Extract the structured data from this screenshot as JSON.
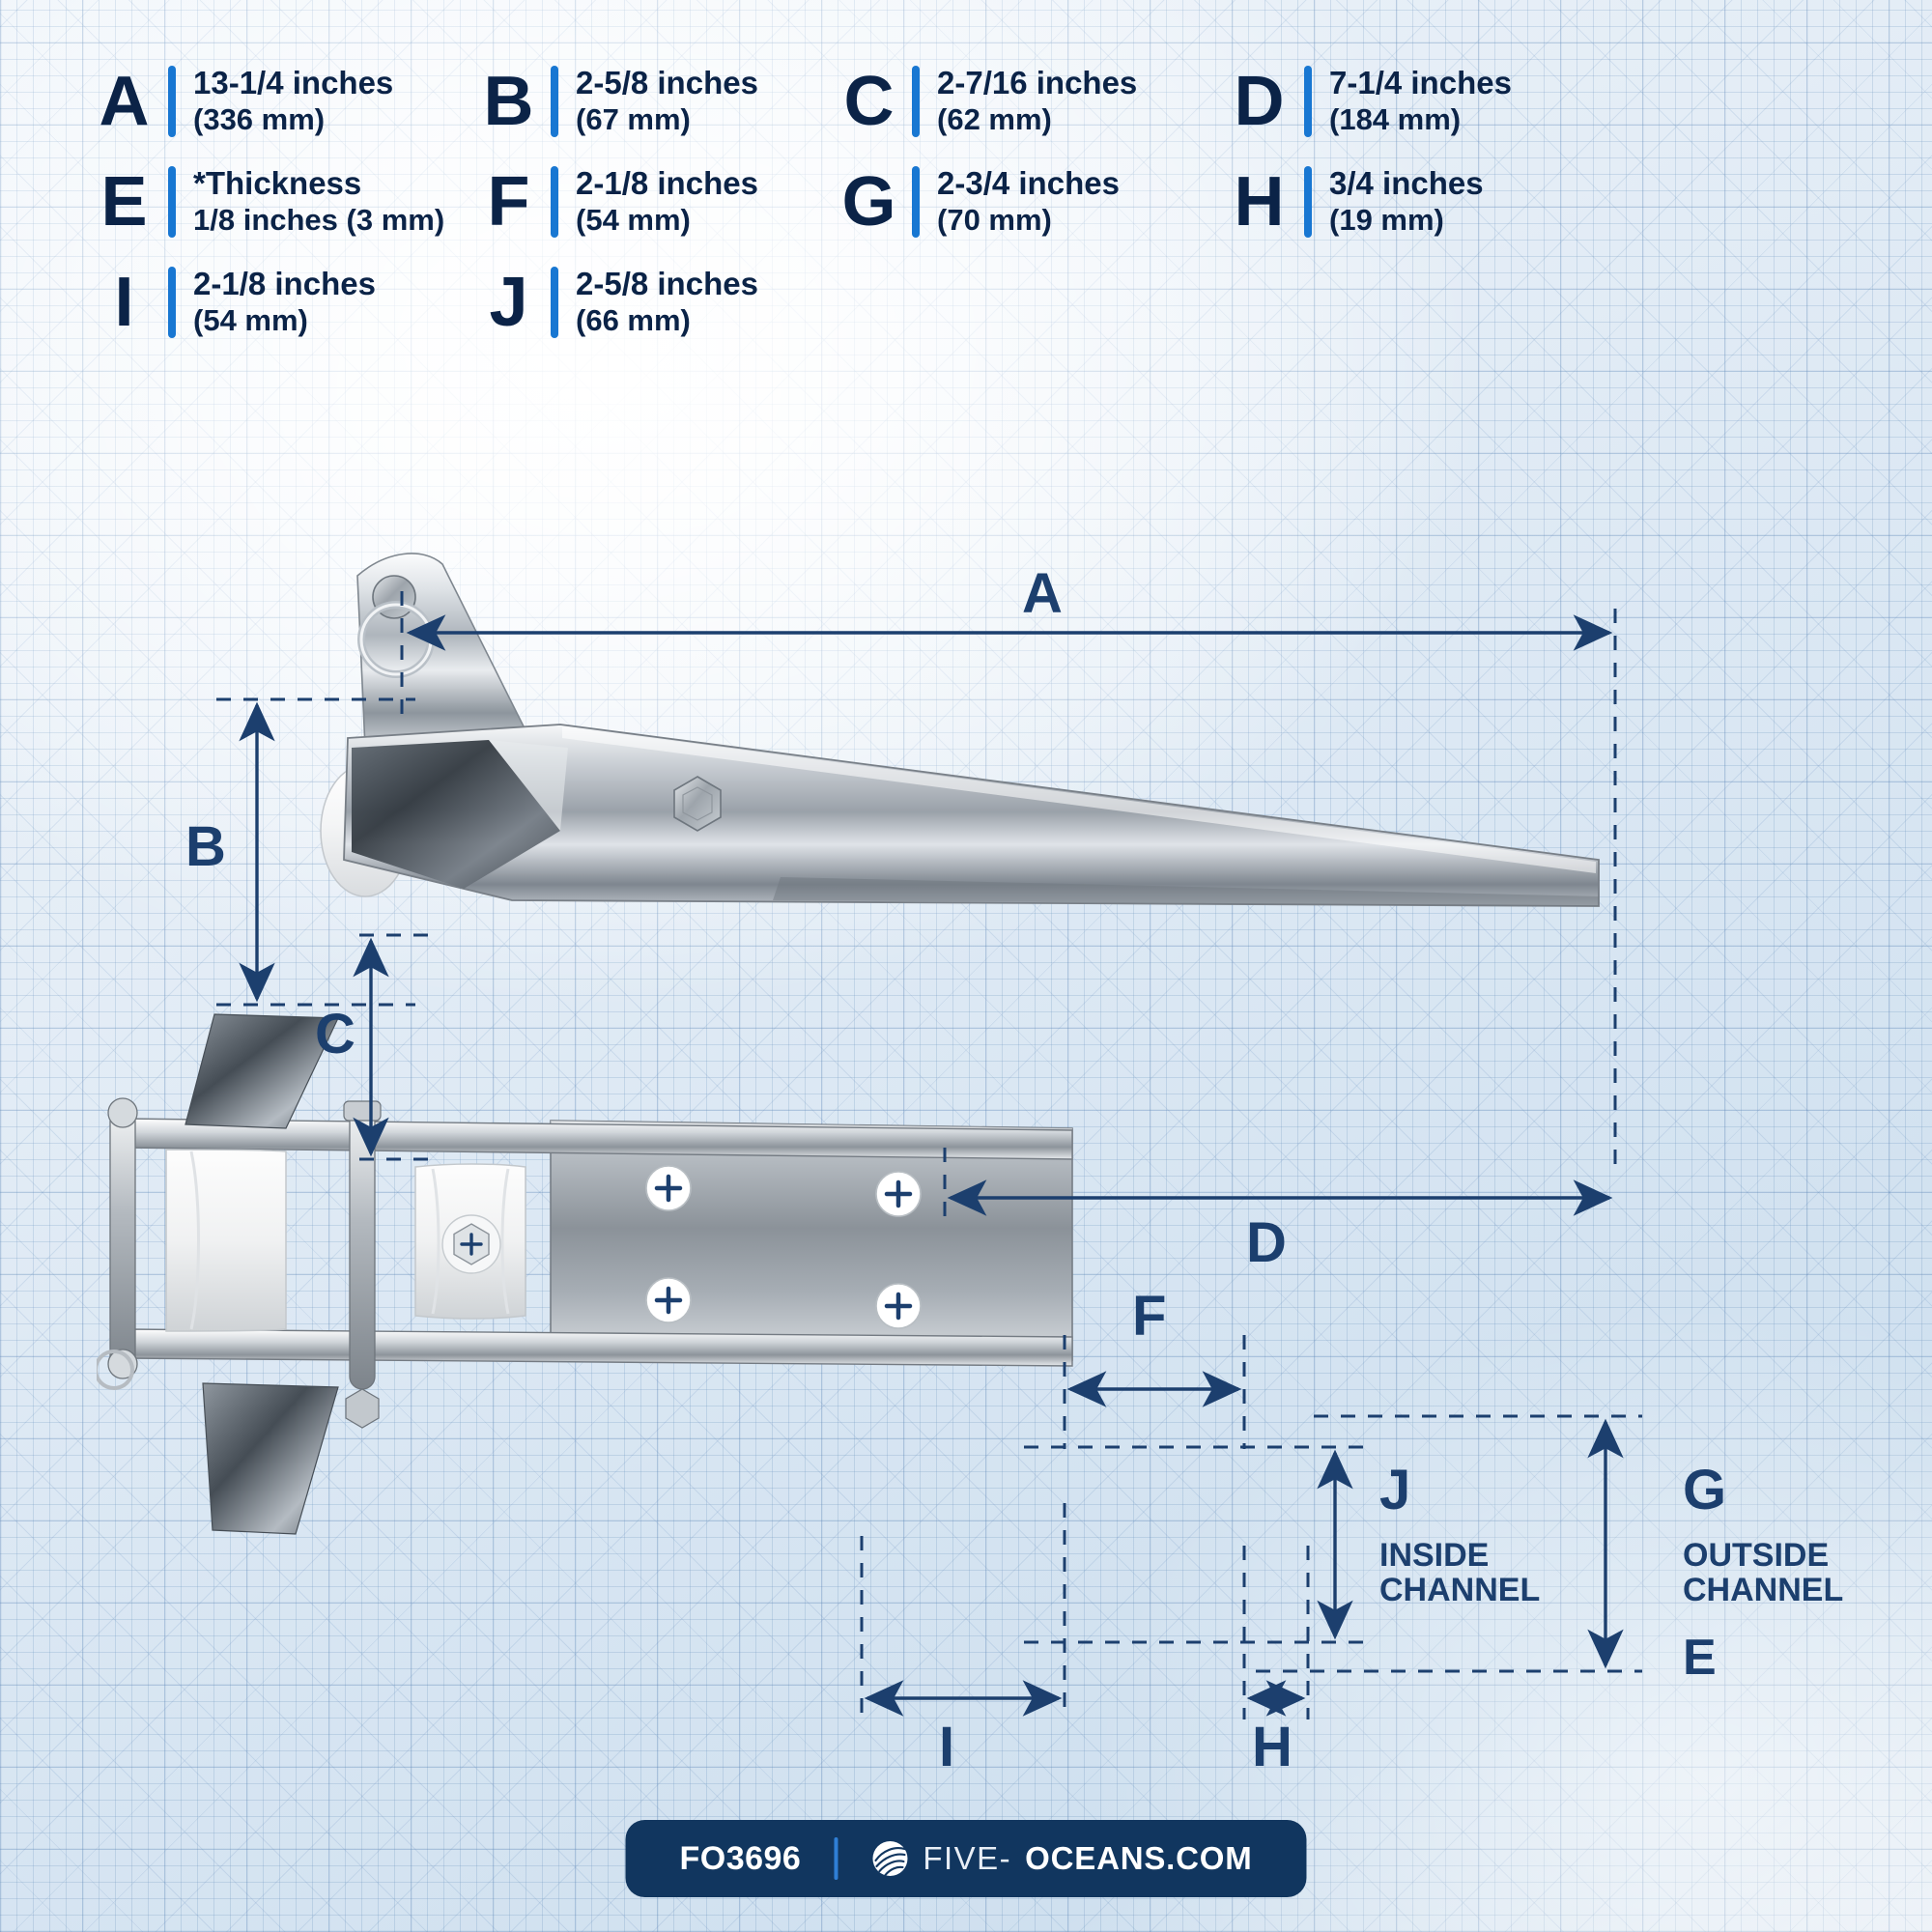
{
  "legend": {
    "rows": [
      [
        {
          "letter": "A",
          "line1": "13-1/4 inches",
          "line2": "(336 mm)"
        },
        {
          "letter": "B",
          "line1": "2-5/8 inches",
          "line2": "(67 mm)"
        },
        {
          "letter": "C",
          "line1": "2-7/16 inches",
          "line2": "(62 mm)"
        },
        {
          "letter": "D",
          "line1": "7-1/4 inches",
          "line2": "(184 mm)"
        }
      ],
      [
        {
          "letter": "E",
          "line1": "*Thickness",
          "line2": "1/8 inches (3 mm)"
        },
        {
          "letter": "F",
          "line1": "2-1/8 inches",
          "line2": "(54 mm)"
        },
        {
          "letter": "G",
          "line1": "2-3/4 inches",
          "line2": "(70 mm)"
        },
        {
          "letter": "H",
          "line1": "3/4 inches",
          "line2": "(19 mm)"
        }
      ],
      [
        {
          "letter": "I",
          "line1": "2-1/8 inches",
          "line2": "(54 mm)"
        },
        {
          "letter": "J",
          "line1": "2-5/8 inches",
          "line2": "(66 mm)"
        }
      ]
    ]
  },
  "diagram": {
    "side_view": {
      "dim_a": "A",
      "dim_b": "B",
      "dim_c": "C",
      "dim_d": "D"
    },
    "top_view": {
      "dim_f": "F",
      "dim_i": "I",
      "dim_h": "H",
      "dim_j": "J",
      "dim_j_caption_line1": "INSIDE",
      "dim_j_caption_line2": "CHANNEL",
      "dim_g": "G",
      "dim_g_caption_line1": "OUTSIDE",
      "dim_g_caption_line2": "CHANNEL",
      "dim_e": "E"
    }
  },
  "footer": {
    "sku": "FO3696",
    "brand_light": "FIVE-",
    "brand_bold": "OCEANS.COM",
    "logo_icon": "wave-globe-icon"
  },
  "colors": {
    "navy_dark": "#0b2347",
    "navy_dim": "#1c3f6e",
    "accent_blue": "#1877d2",
    "footer_bg": "#11365f",
    "grid_line": "#4a7eb4"
  }
}
